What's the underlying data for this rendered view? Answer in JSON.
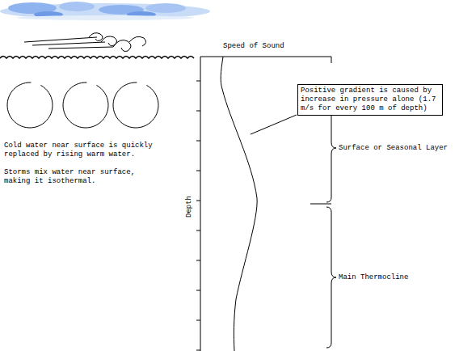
{
  "diagram": {
    "nodes": [
      {
        "text": [
          "Positive gradient is caused by increase in pressure alone (1.7 m/s for every 100 m of depth)"
        ]
      }
    ],
    "labels": [
      "Speed of Sound",
      "Depth",
      "Surface or Seasonal Layer",
      "Main Thermocline",
      "Cold water near surface is quickly replaced by rising warm water.",
      "Storms mix water near surface, making it isothermal."
    ]
  }
}
